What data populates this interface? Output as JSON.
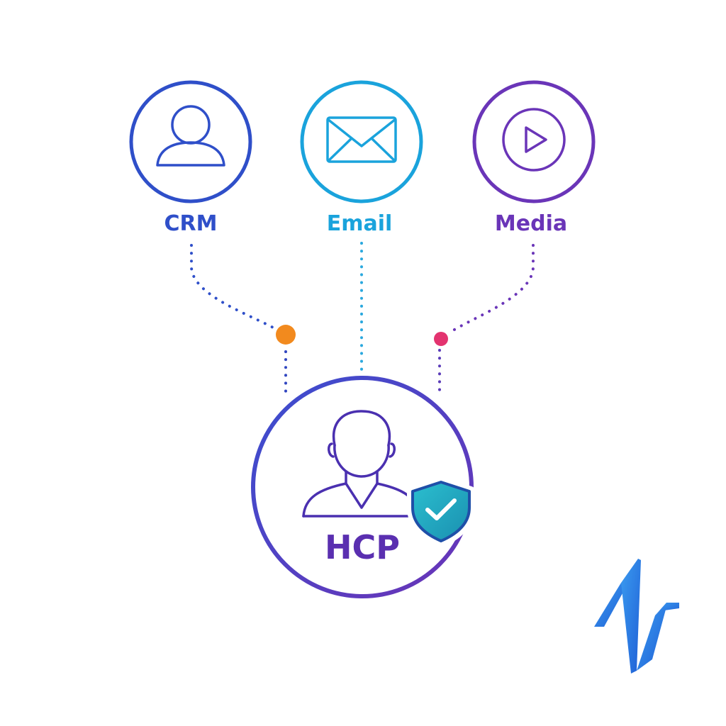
{
  "nodes": {
    "crm": {
      "label": "CRM",
      "icon": "user-icon",
      "color": "#2f4fc9"
    },
    "email": {
      "label": "Email",
      "icon": "envelope-icon",
      "color": "#1aa3dc"
    },
    "media": {
      "label": "Media",
      "icon": "play-icon",
      "color": "#6a35b8"
    }
  },
  "hub": {
    "label": "HCP",
    "icon": "doctor-user-icon",
    "badge_icon": "shield-check-icon",
    "label_color": "#5a2fb0"
  },
  "connectors": {
    "crm_dot_color": "#f28a1e",
    "media_dot_color": "#e3336f"
  },
  "logo": {
    "icon": "zigzag-logo-icon",
    "color": "#2f7fe8"
  }
}
